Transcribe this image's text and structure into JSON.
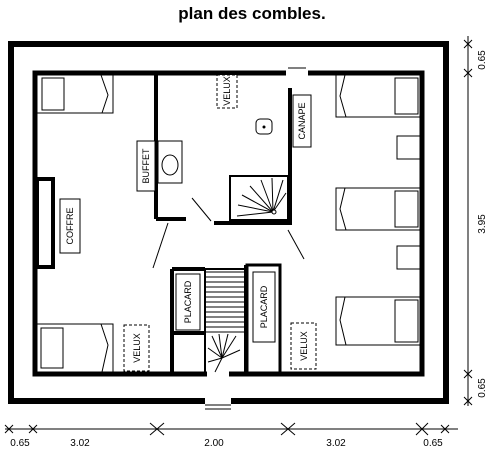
{
  "title": "plan des combles.",
  "labels": {
    "velux": "VELUX",
    "buffet": "BUFFET",
    "canape": "CANAPE",
    "coffre": "COFFRE",
    "placard": "PLACARD"
  },
  "dimensions": {
    "horizontal": [
      "0.65",
      "3.02",
      "2.00",
      "3.02",
      "0.65"
    ],
    "vertical": [
      "0.65",
      "3.95",
      "0.65"
    ]
  }
}
